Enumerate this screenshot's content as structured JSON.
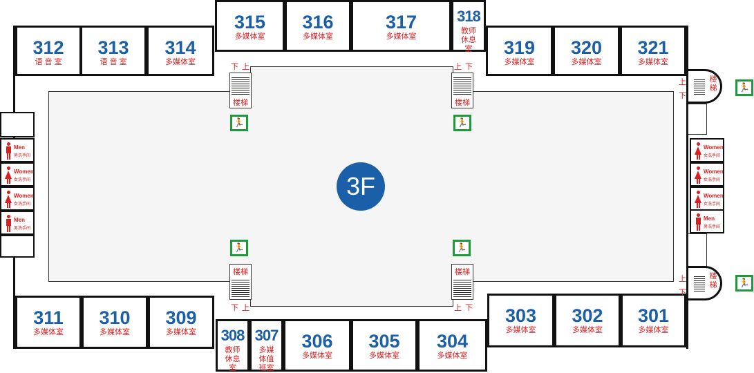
{
  "floor_label": "3F",
  "colors": {
    "room_number": "#1a5fa8",
    "label": "#d92020",
    "exit": "#1d9a3a"
  },
  "rooms": [
    {
      "number": "312",
      "label": "语 音 室"
    },
    {
      "number": "313",
      "label": "语 音 室"
    },
    {
      "number": "314",
      "label": "多媒体室"
    },
    {
      "number": "315",
      "label": "多媒体室"
    },
    {
      "number": "316",
      "label": "多媒体室"
    },
    {
      "number": "317",
      "label": "多媒体室"
    },
    {
      "number": "318",
      "label": "教师休息室"
    },
    {
      "number": "319",
      "label": "多媒体室"
    },
    {
      "number": "320",
      "label": "多媒体室"
    },
    {
      "number": "321",
      "label": "多媒体室"
    },
    {
      "number": "311",
      "label": "多媒体室"
    },
    {
      "number": "310",
      "label": "多媒体室"
    },
    {
      "number": "309",
      "label": "多媒体室"
    },
    {
      "number": "308",
      "label": "教师休息室"
    },
    {
      "number": "307",
      "label": "多媒体值班室"
    },
    {
      "number": "306",
      "label": "多媒体室"
    },
    {
      "number": "305",
      "label": "多媒体室"
    },
    {
      "number": "304",
      "label": "多媒体室"
    },
    {
      "number": "303",
      "label": "多媒体室"
    },
    {
      "number": "302",
      "label": "多媒体室"
    },
    {
      "number": "301",
      "label": "多媒体室"
    }
  ],
  "restrooms": [
    {
      "en": "Men",
      "cn": "男洗手间",
      "icon": "male"
    },
    {
      "en": "Women",
      "cn": "女洗手间",
      "icon": "female"
    },
    {
      "en": "Women",
      "cn": "女洗手间",
      "icon": "female"
    },
    {
      "en": "Men",
      "cn": "男洗手间",
      "icon": "male"
    },
    {
      "en": "Women",
      "cn": "女洗手间",
      "icon": "female"
    },
    {
      "en": "Women",
      "cn": "女洗手间",
      "icon": "female"
    },
    {
      "en": "Women",
      "cn": "女洗手间",
      "icon": "female"
    },
    {
      "en": "Men",
      "cn": "男洗手间",
      "icon": "male"
    }
  ],
  "stairs": {
    "label": "楼梯",
    "up": "上",
    "down": "下"
  }
}
